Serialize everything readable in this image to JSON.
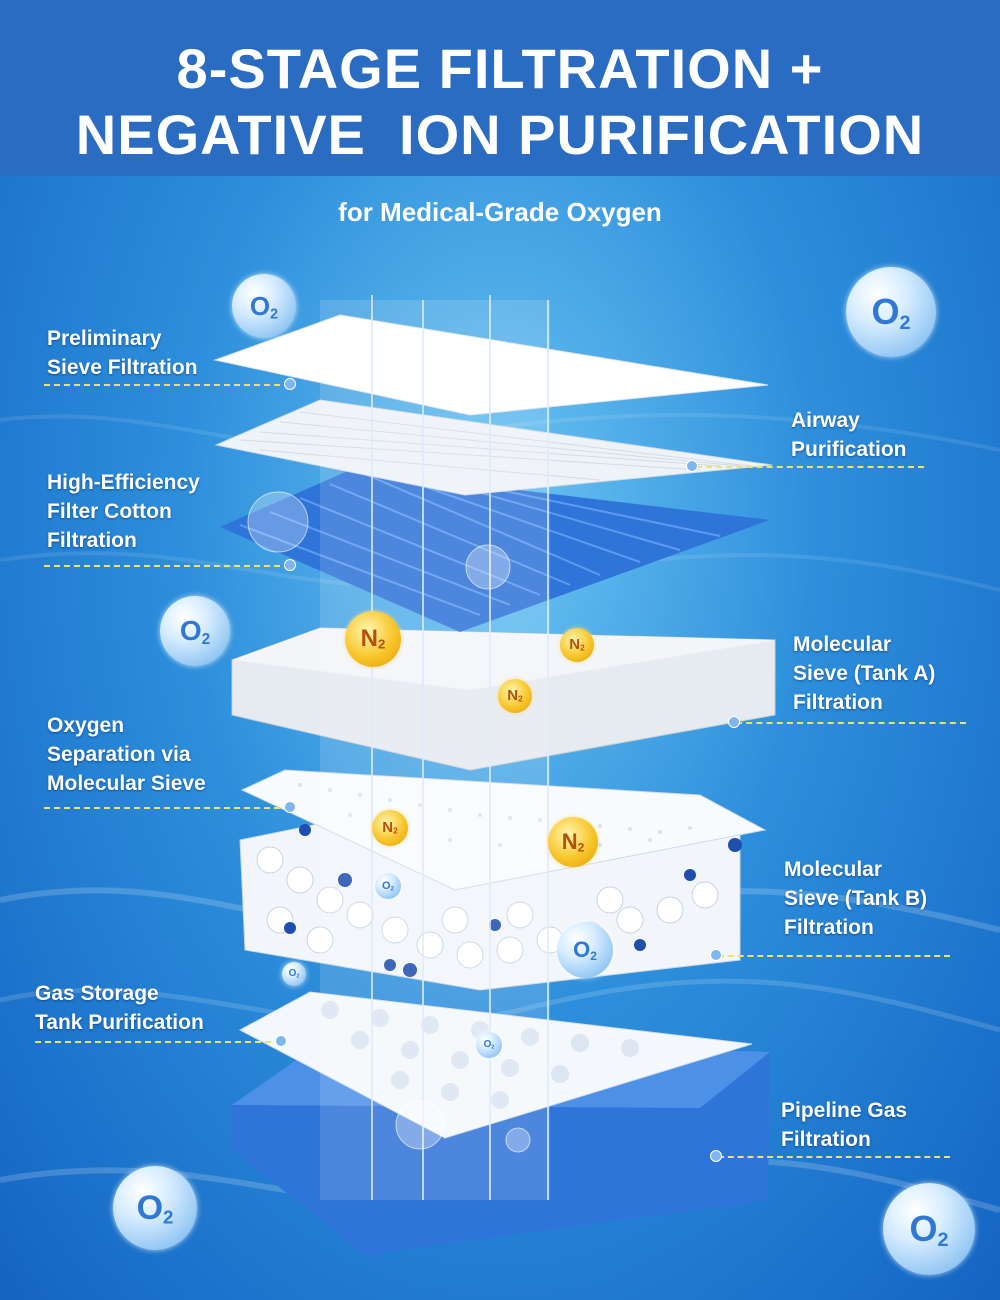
{
  "header": {
    "line1": "8-STAGE FILTRATION +",
    "line2": "NEGATIVE  ION PURIFICATION",
    "subtitle": "for Medical-Grade Oxygen"
  },
  "labels": {
    "left": [
      {
        "lines": [
          "Preliminary",
          "Sieve Filtration"
        ]
      },
      {
        "lines": [
          "High-Efficiency",
          "Filter Cotton",
          "Filtration"
        ]
      },
      {
        "lines": [
          "Oxygen",
          "Separation via",
          "Molecular Sieve"
        ]
      },
      {
        "lines": [
          "Gas Storage",
          "Tank Purification"
        ]
      }
    ],
    "right": [
      {
        "lines": [
          "Airway",
          "Purification"
        ]
      },
      {
        "lines": [
          "Molecular",
          "Sieve (Tank A)",
          "Filtration"
        ]
      },
      {
        "lines": [
          "Molecular",
          "Sieve (Tank B)",
          "Filtration"
        ]
      },
      {
        "lines": [
          "Pipeline Gas",
          "Filtration"
        ]
      }
    ]
  },
  "molecules": {
    "oxygen_base": "O",
    "oxygen_sub": "2",
    "nitrogen_base": "N",
    "nitrogen_sub": "2"
  },
  "colors": {
    "banner": "#2a6cc2",
    "leader_line": "#f0e070",
    "filter_blue": "#2f74d8"
  }
}
